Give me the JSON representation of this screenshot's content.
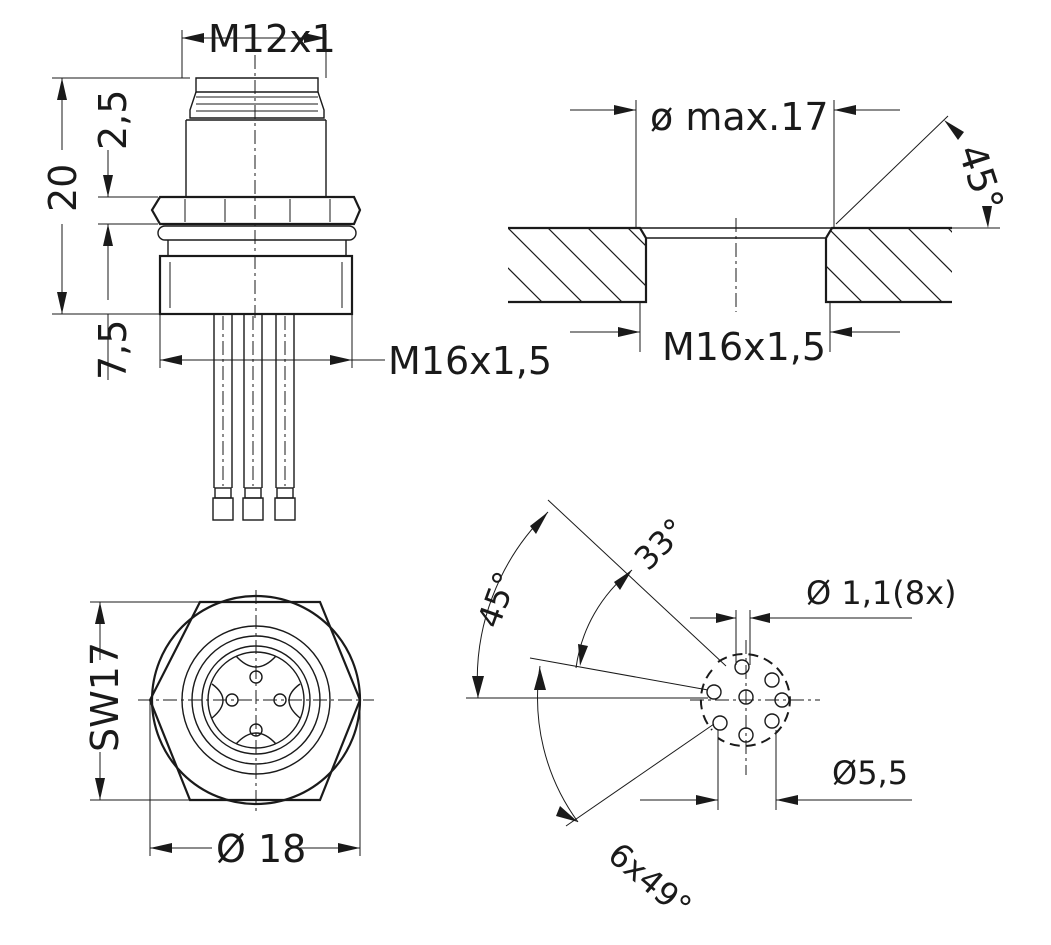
{
  "labels": {
    "side_thread_top": "M12x1",
    "side_height_total": "20",
    "side_height_top": "2,5",
    "side_height_bottom": "7,5",
    "side_thread_bottom": "M16x1,5",
    "panel_cutout_max": "ø max.17",
    "panel_chamfer_angle": "45°",
    "panel_thread": "M16x1,5",
    "front_wrench_size": "SW17",
    "front_diameter": "Ø 18",
    "pin_angle_outer": "45°",
    "pin_angle_offset": "33°",
    "pin_hole_diameter": "Ø 1,1(8x)",
    "pin_circle_diameter": "Ø5,5",
    "pin_angle_spacing": "6x49°"
  }
}
